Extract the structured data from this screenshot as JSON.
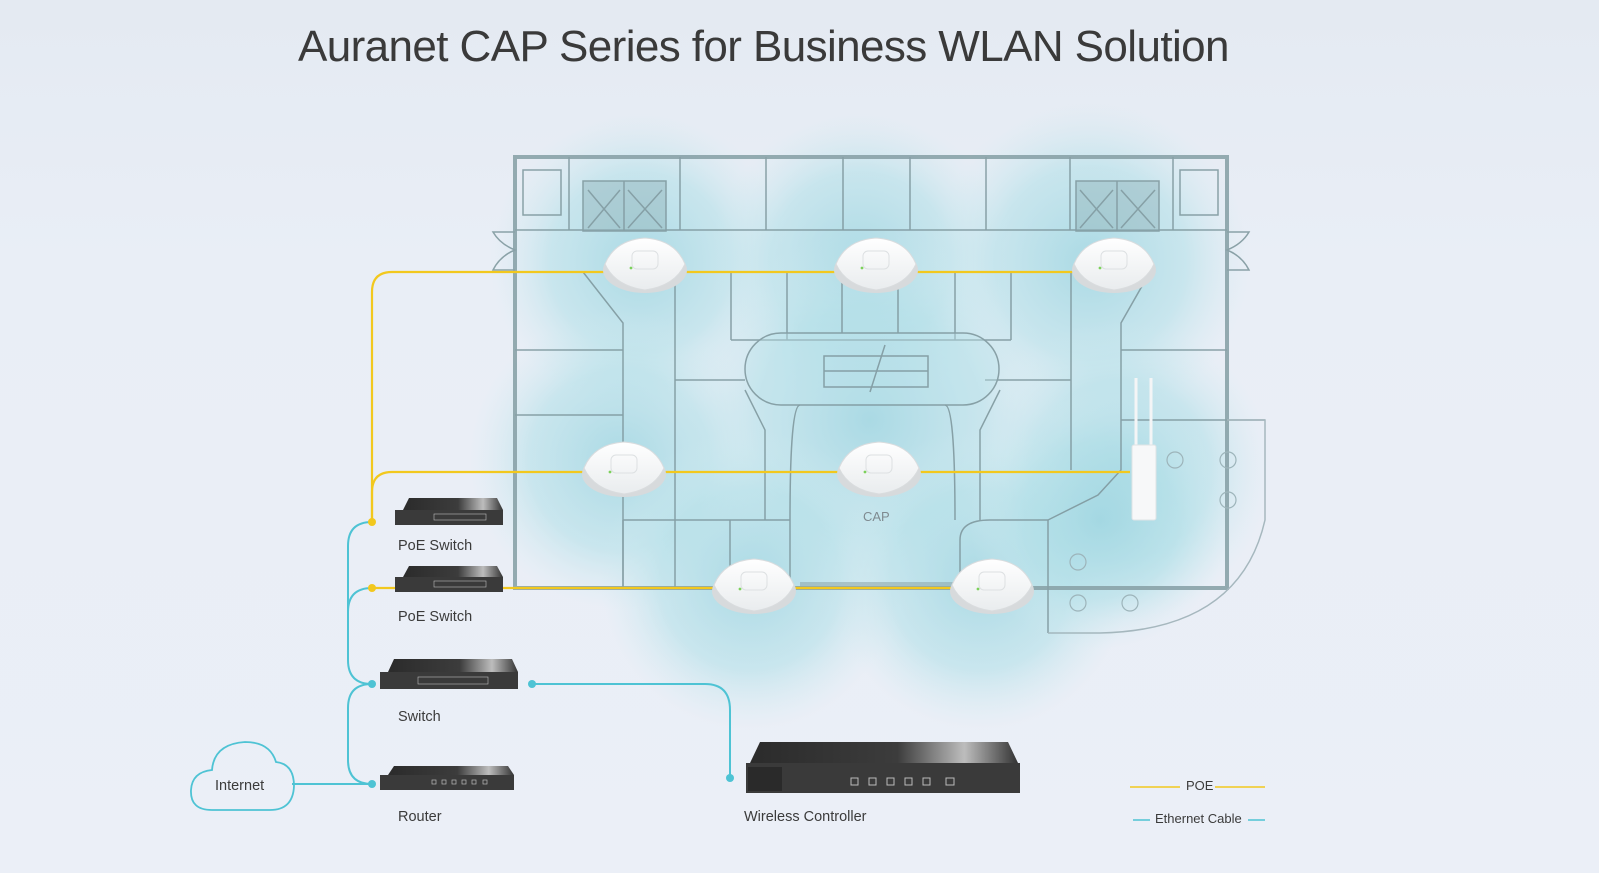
{
  "title": "Auranet CAP Series for Business WLAN Solution",
  "colors": {
    "background": "#e9eef6",
    "poe_cable": "#f2c81e",
    "ethernet_cable": "#4ec3d4",
    "coverage": "#a9dbe4",
    "floor_wall": "#7e9ba3",
    "text": "#3b3b3b"
  },
  "devices": {
    "poe_switch_1": {
      "label": "PoE Switch",
      "icon": "poe-switch-icon"
    },
    "poe_switch_2": {
      "label": "PoE Switch",
      "icon": "poe-switch-icon"
    },
    "switch": {
      "label": "Switch",
      "icon": "switch-icon"
    },
    "router": {
      "label": "Router",
      "icon": "router-icon"
    },
    "internet": {
      "label": "Internet",
      "icon": "cloud-icon"
    },
    "wireless_controller": {
      "label": "Wireless Controller",
      "icon": "wireless-controller-icon"
    }
  },
  "floor_plan": {
    "cap_label": "CAP",
    "ceiling_access_points": 7,
    "outdoor_access_points": 1
  },
  "legend": {
    "poe": "POE",
    "ethernet": "Ethernet Cable"
  }
}
